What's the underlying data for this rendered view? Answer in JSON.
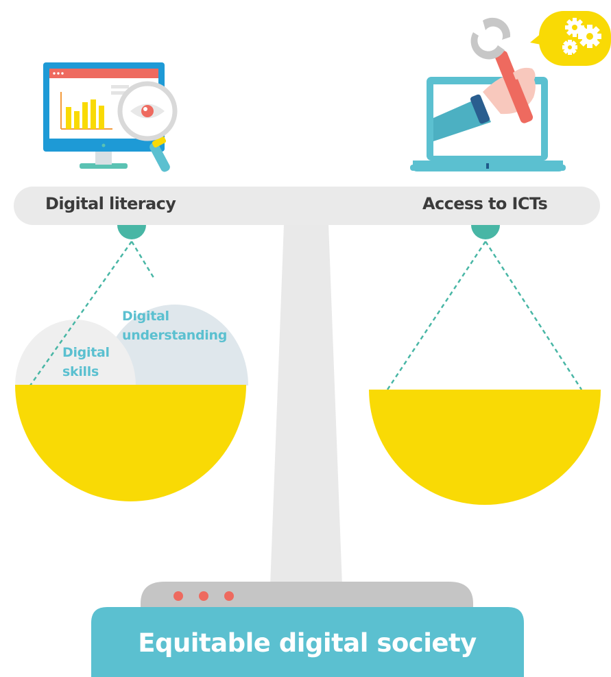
{
  "labels": {
    "left_beam": "Digital literacy",
    "right_beam": "Access to ICTs",
    "bubble_skills": "Digital skills",
    "bubble_understanding": "Digital understanding",
    "base": "Equitable digital society"
  },
  "colors": {
    "yellow": "#f9da05",
    "teal": "#48b6a5",
    "light_blue": "#5bc0d0",
    "grey": "#e9e9e9",
    "red": "#ee6a5f"
  },
  "icons": {
    "left": "monitor-with-magnifier-icon",
    "right": "laptop-with-wrench-icon",
    "bubble": "gears-speech-bubble-icon"
  }
}
